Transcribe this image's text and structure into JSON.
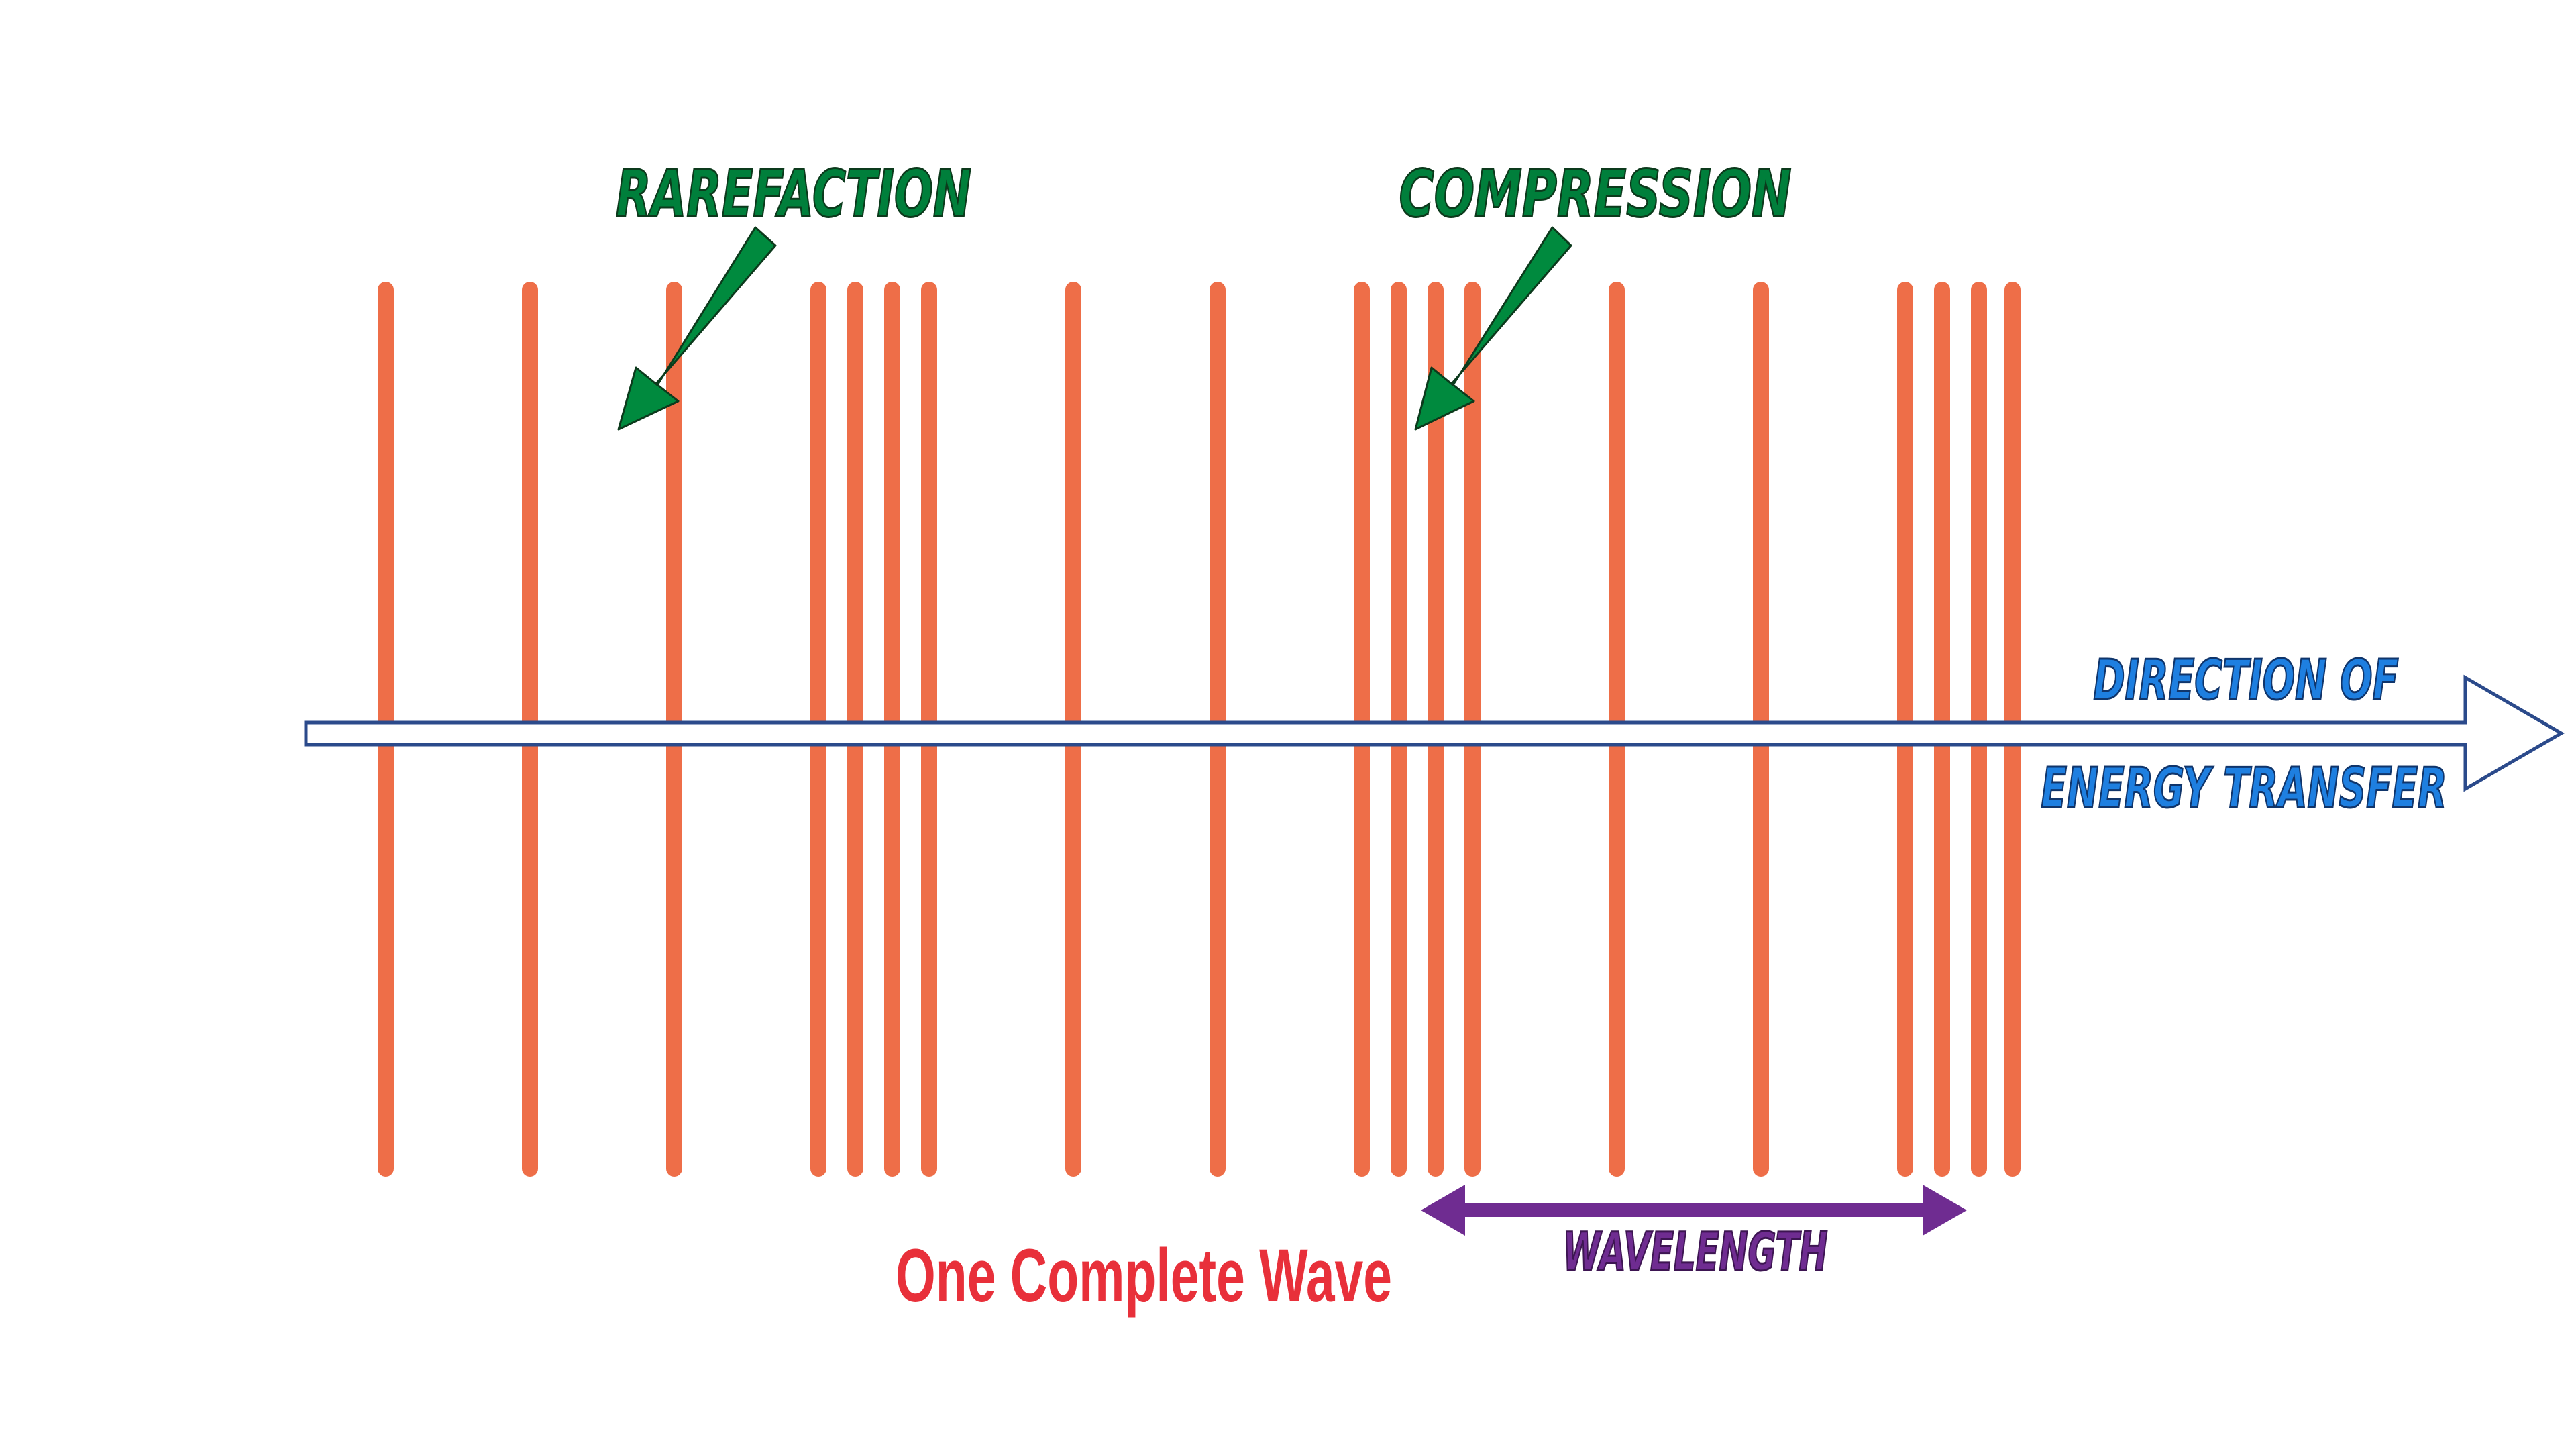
{
  "labels": {
    "rarefaction": "RAREFACTION",
    "compression": "COMPRESSION",
    "direction_line1": "DIRECTION OF",
    "direction_line2": "ENERGY TRANSFER",
    "wavelength": "WAVELENGTH",
    "one_complete_wave": "One Complete Wave"
  },
  "colors": {
    "wave_lines": "#ee6e48",
    "label_green": "#007f3b",
    "arrow_green": "#008a3e",
    "direction_blue": "#1e7fe0",
    "axis_outline": "#2b4a8b",
    "wavelength_purple": "#6f2c91",
    "one_wave_red": "#e8303a"
  }
}
